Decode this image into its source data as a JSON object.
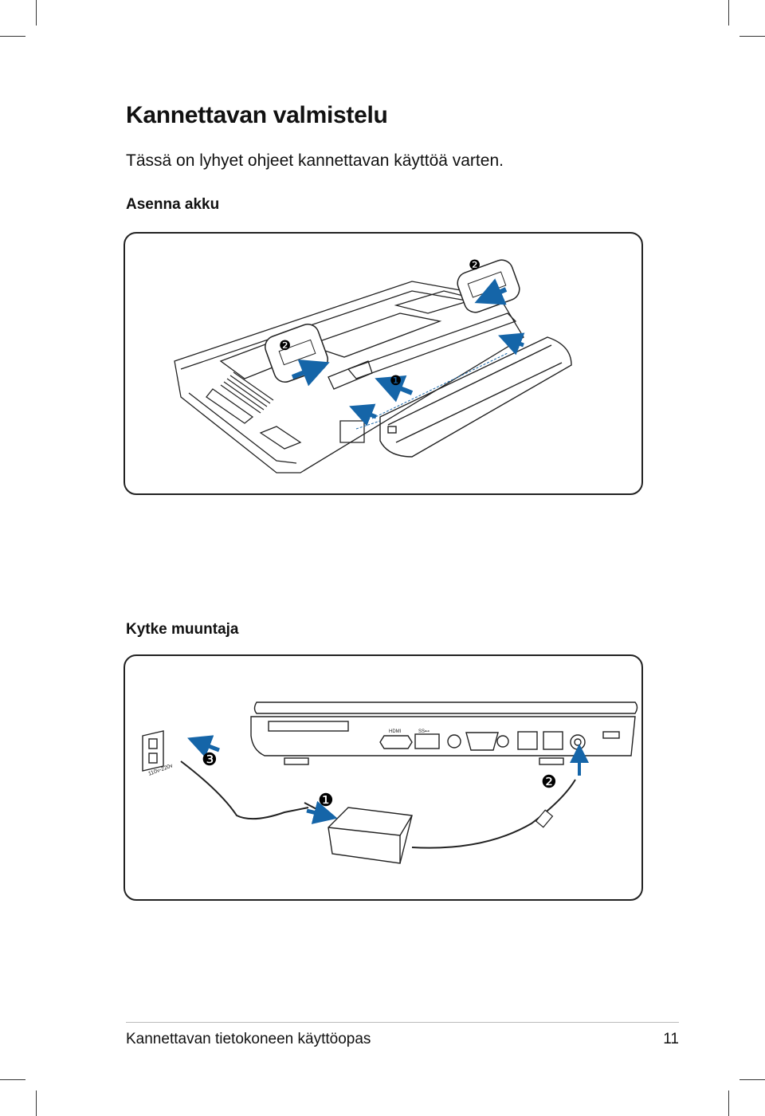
{
  "page": {
    "title": "Kannettavan valmistelu",
    "intro": "Tässä on lyhyet ohjeet kannettavan käyttöä varten."
  },
  "sections": [
    {
      "heading": "Asenna akku",
      "steps": [
        "❶",
        "❷",
        "❷"
      ]
    },
    {
      "heading": "Kytke muuntaja",
      "steps": [
        "❶",
        "❷",
        "❸"
      ],
      "labels": {
        "voltage": "110v-220v",
        "hdmi": "HDMI",
        "usb": "SS⊷"
      }
    }
  ],
  "footer": {
    "text": "Kannettavan tietokoneen käyttöopas",
    "page_number": "11"
  },
  "colors": {
    "arrow": "#1565a8",
    "line": "#222222",
    "rule": "#bbbbbb"
  }
}
